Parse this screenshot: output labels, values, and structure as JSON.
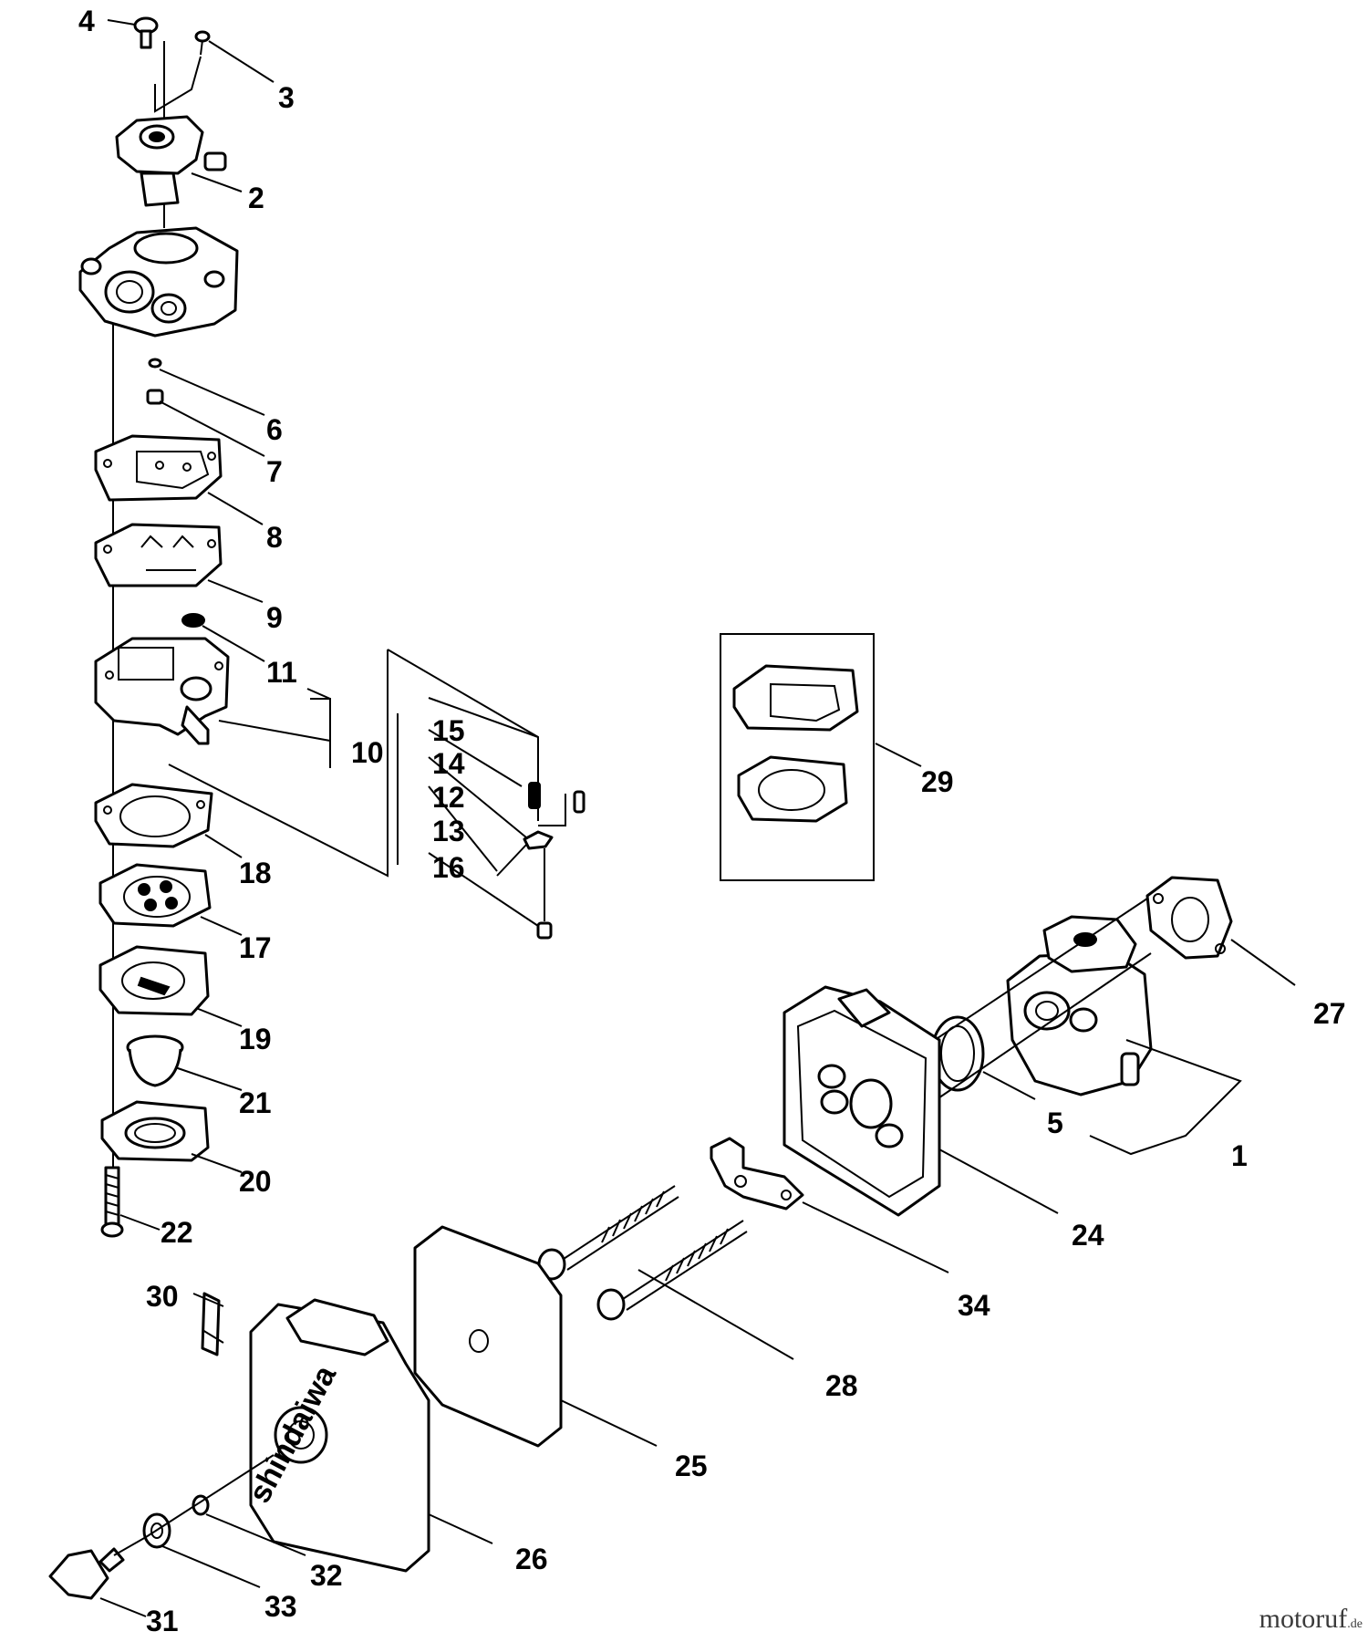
{
  "diagram": {
    "brand_marking": "shindaiwa",
    "watermark": {
      "name": "motoruf",
      "tld": ".de"
    },
    "callouts": {
      "c1": "1",
      "c2": "2",
      "c3": "3",
      "c4": "4",
      "c5": "5",
      "c6": "6",
      "c7": "7",
      "c8": "8",
      "c9": "9",
      "c10": "10",
      "c11": "11",
      "c12": "12",
      "c13": "13",
      "c14": "14",
      "c15": "15",
      "c16": "16",
      "c17": "17",
      "c18": "18",
      "c19": "19",
      "c20": "20",
      "c21": "21",
      "c22": "22",
      "c24": "24",
      "c25": "25",
      "c26": "26",
      "c27": "27",
      "c28": "28",
      "c29": "29",
      "c30": "30",
      "c31": "31",
      "c32": "32",
      "c33": "33",
      "c34": "34"
    }
  }
}
